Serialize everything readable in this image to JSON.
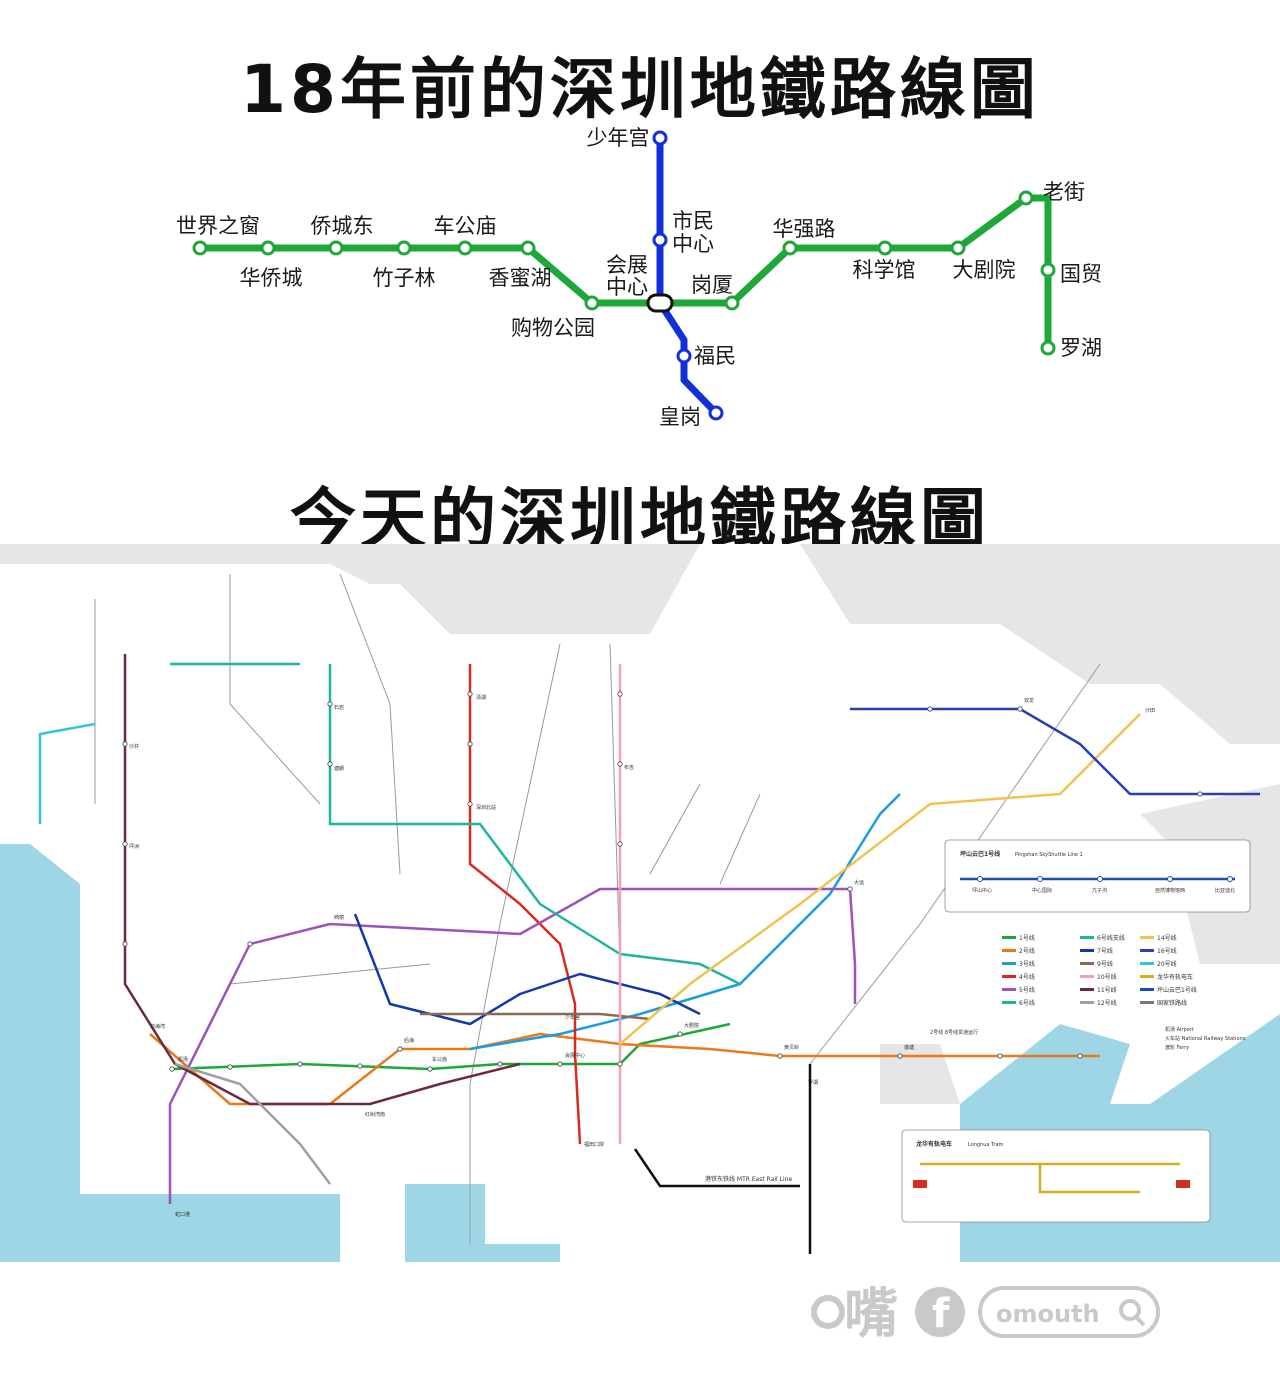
{
  "titles": {
    "old": "18年前的深圳地鐵路線圖",
    "new": "今天的深圳地鐵路線圖"
  },
  "colors": {
    "line1": "#1fa83a",
    "line4": "#1330d8",
    "water": "#9fd6e5",
    "land": "#e6e6e6"
  },
  "old_map": {
    "line1_stations": [
      "世界之窗",
      "华侨城",
      "侨城东",
      "竹子林",
      "车公庙",
      "香蜜湖",
      "购物公园",
      "岗厦",
      "华强路",
      "科学馆",
      "大剧院",
      "老街",
      "国贸",
      "罗湖"
    ],
    "line4_stations": [
      "少年宫",
      "市民",
      "中心",
      "福民",
      "皇岗"
    ],
    "interchange": [
      "会展",
      "中心"
    ]
  },
  "new_map": {
    "pingshan_box": {
      "title": "坪山云巴1号线",
      "title_en": "Pingshan SkyShuttle Line 1",
      "stations": [
        "坪山中心",
        "中心国际",
        "亢子沟",
        "自然博物馆西",
        "比亚迪北"
      ]
    },
    "longhua_box": {
      "title": "龙华有轨电车",
      "title_en": "Longhua Tram"
    },
    "east_rail_label": "港铁东铁线 MTR East Rail Line",
    "through_service_note": "2号线 8号线贯通运行",
    "legend": {
      "col1": [
        "1号线",
        "2号线",
        "3号线",
        "4号线",
        "5号线",
        "6号线"
      ],
      "col2": [
        "6号线支线",
        "7号线",
        "9号线",
        "10号线",
        "11号线",
        "12号线"
      ],
      "col3": [
        "14号线",
        "16号线",
        "20号线",
        "龙华有轨电车",
        "坪山云巴1号线",
        "国家铁路线"
      ],
      "facilities": [
        "机场 Airport",
        "火车站 National Railway Stations",
        "渡轮 Ferry"
      ]
    },
    "sample_stations": [
      "罗湖",
      "福田口岸",
      "机场",
      "前海湾",
      "车公庙",
      "会展中心",
      "大剧院",
      "少年宫",
      "深圳北站",
      "红树湾南",
      "后海",
      "蛇口港",
      "坪洲",
      "西丽",
      "清湖",
      "双龙",
      "沙田",
      "石岩",
      "塘朗",
      "布吉",
      "大运",
      "黄贝岭",
      "莲塘",
      "沙井"
    ]
  },
  "footer": {
    "logo_text": "嘴",
    "fb_text": "f",
    "search_text": "omouth"
  }
}
